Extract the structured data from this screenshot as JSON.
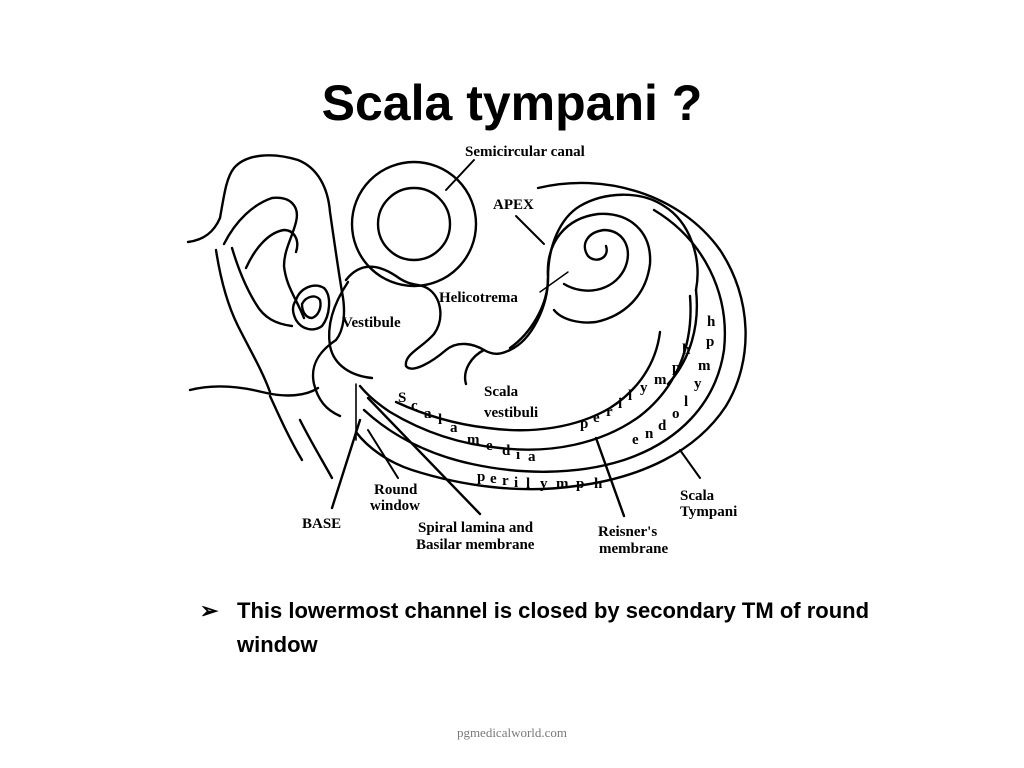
{
  "slide": {
    "title": "Scala tympani ?",
    "bullet_marker": "➢",
    "bullet_text": "This lowermost channel is  closed by secondary TM of round window",
    "footer": "pgmedicalworld.com"
  },
  "diagram": {
    "labels": {
      "semicircular_canal": "Semicircular canal",
      "apex": "APEX",
      "helicotrema": "Helicotrema",
      "vestibule": "Vestibule",
      "scala_vestibuli_1": "Scala",
      "scala_vestibuli_2": "vestibuli",
      "round_window_1": "Round",
      "round_window_2": "window",
      "base": "BASE",
      "spiral_lamina_1": "Spiral lamina and",
      "spiral_lamina_2": "Basilar membrane",
      "reisners_1": "Reisner's",
      "reisners_2": "membrane",
      "scala_tympani_1": "Scala",
      "scala_tympani_2": "Tympani"
    },
    "letter_sequences": {
      "scala_media": [
        "S",
        "c",
        "a",
        "l",
        "a",
        "m",
        "e",
        "d",
        "i",
        "a"
      ],
      "perilymph_lower": [
        "p",
        "e",
        "r",
        "i",
        "l",
        "y",
        "m",
        "p",
        "h"
      ],
      "perilymph_upper": [
        "p",
        "e",
        "r",
        "i",
        "l",
        "y",
        "m",
        "p",
        "h"
      ],
      "endolymph": [
        "e",
        "n",
        "d",
        "o",
        "l",
        "y",
        "m",
        "p",
        "h"
      ]
    }
  }
}
